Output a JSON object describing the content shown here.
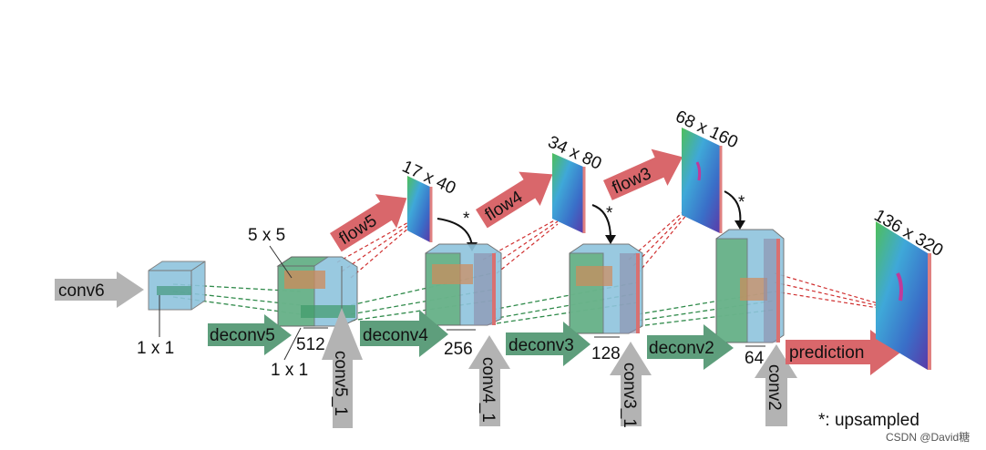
{
  "labels": {
    "conv6": "conv6",
    "deconv5": "deconv5",
    "deconv4": "deconv4",
    "deconv3": "deconv3",
    "deconv2": "deconv2",
    "conv5_1": "conv5_1",
    "conv4_1": "conv4_1",
    "conv3_1": "conv3_1",
    "conv2": "conv2",
    "flow5": "flow5",
    "flow4": "flow4",
    "flow3": "flow3",
    "prediction": "prediction",
    "size_5x5": "5 x 5",
    "size_1x1_a": "1 x 1",
    "size_1x1_b": "1 x 1",
    "ch_512": "512",
    "ch_256": "256",
    "ch_128": "128",
    "ch_64": "64",
    "res_flow5": "17 x 40",
    "res_flow4": "34 x 80",
    "res_flow3": "68 x 160",
    "res_pred": "136 x 320",
    "star": "*",
    "legend": "*: upsampled",
    "watermark": "CSDN @David糖"
  },
  "colors": {
    "deconv_arrow": "#5e9e7c",
    "flow_arrow": "#d9676b",
    "conv_arrow": "#b3b3b3",
    "cube_blue": "#8fc4dd",
    "cube_green": "#5fae72",
    "dashed_green": "#2f8a4a",
    "dashed_red": "#d03030"
  }
}
